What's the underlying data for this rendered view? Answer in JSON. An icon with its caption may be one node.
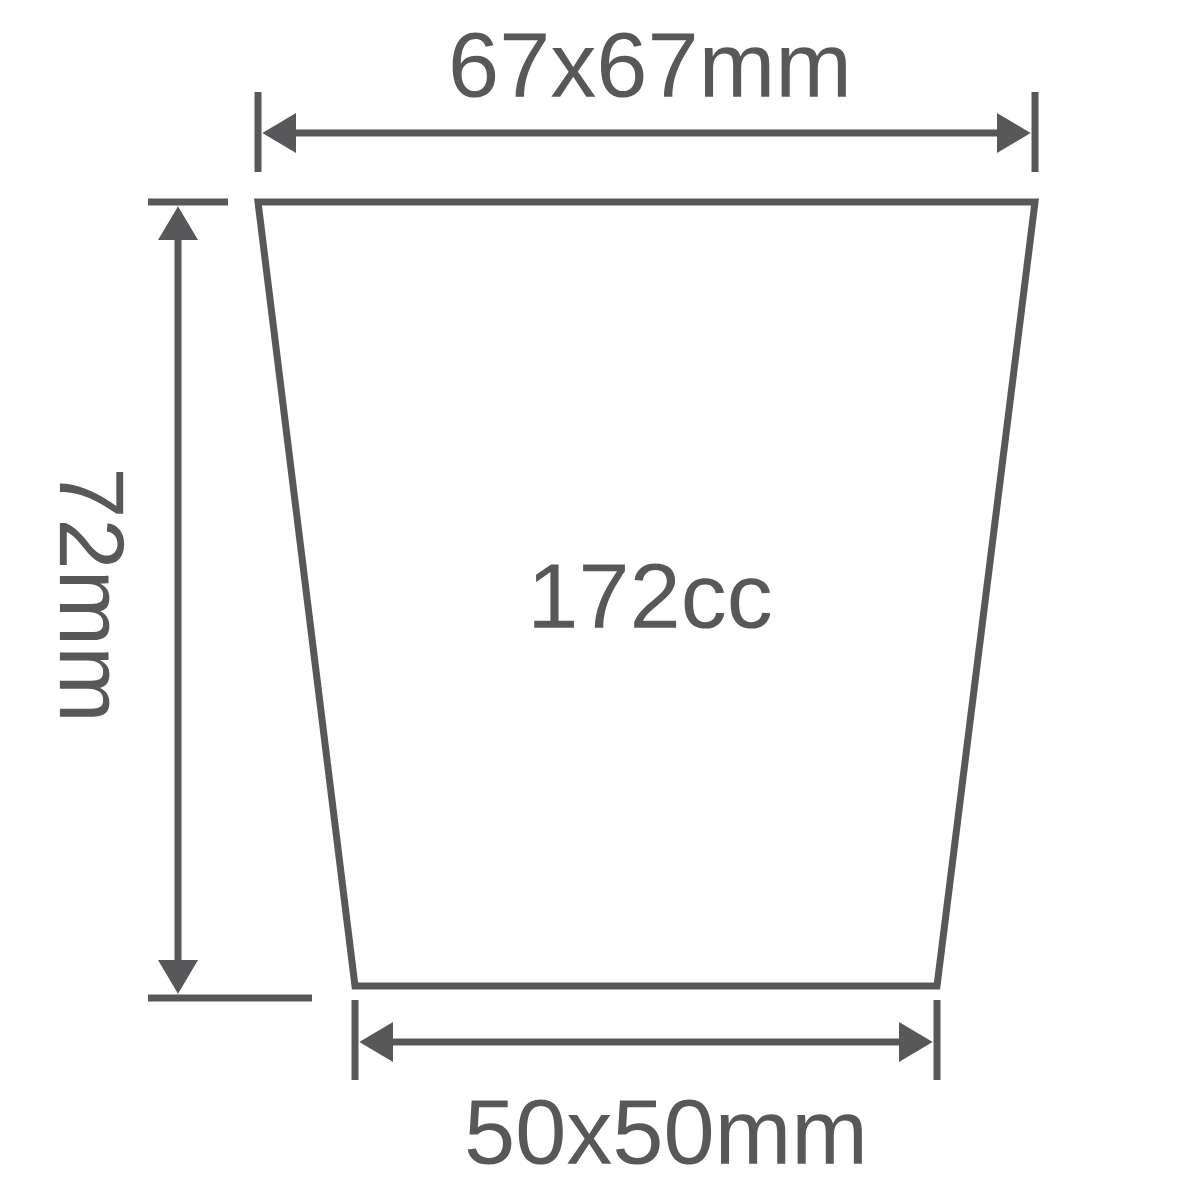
{
  "diagram": {
    "nodes": [
      {
        "text": [
          "172cc"
        ]
      }
    ],
    "labels": [
      "67x67mm",
      "72mm",
      "50x50mm"
    ]
  }
}
